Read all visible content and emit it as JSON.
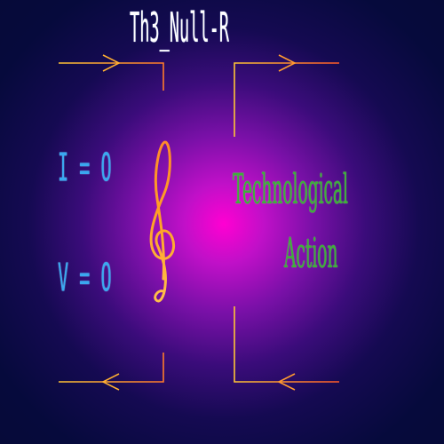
{
  "title": "Th3_Null-R",
  "equations": [
    "I = O",
    "V = O"
  ],
  "label_lines": [
    "Technological",
    "Action"
  ],
  "colors": {
    "background": "#050a3a",
    "glow_center": "#ff00d2",
    "title": "#ffffff",
    "equations": "#3aa8f0",
    "label": "#3fae3a",
    "wire_start": "#ffc436",
    "wire_end": "#ff6a2a",
    "clef": "#ffa126"
  },
  "icons": [
    "treble-clef-icon",
    "arrow-right-icon",
    "arrow-left-icon"
  ]
}
